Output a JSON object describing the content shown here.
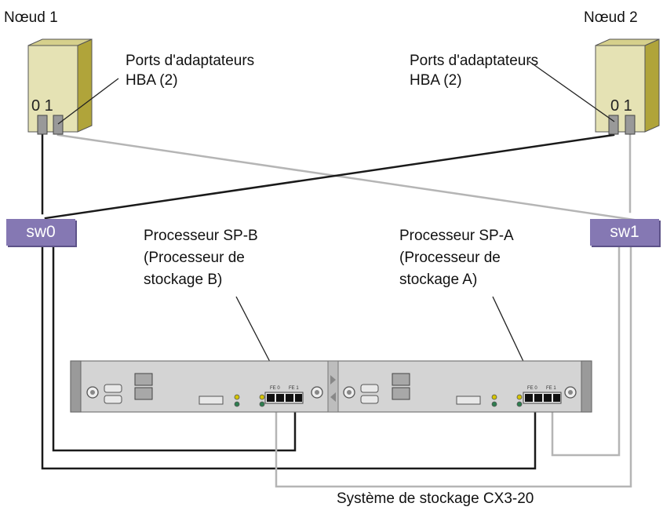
{
  "nodes": [
    {
      "name": "Nœud 1",
      "port_numbers": "0 1",
      "ports_label": "Ports d'adaptateurs HBA (2)",
      "ports_label_lines": [
        "Ports d'adaptateurs",
        "HBA (2)"
      ]
    },
    {
      "name": "Nœud 2",
      "port_numbers": "0 1",
      "ports_label": "Ports d'adaptateurs HBA (2)",
      "ports_label_lines": [
        "Ports d'adaptateurs",
        "HBA (2)"
      ]
    }
  ],
  "switches": [
    {
      "label": "sw0"
    },
    {
      "label": "sw1"
    }
  ],
  "processors": [
    {
      "lines": [
        "Processeur SP-B",
        "(Processeur de",
        "stockage B)"
      ]
    },
    {
      "lines": [
        "Processeur SP-A",
        "(Processeur de",
        "stockage A)"
      ]
    }
  ],
  "storage": {
    "label": "Système de stockage CX3-20",
    "port_labels": [
      "FE 0",
      "FE 1"
    ]
  },
  "colors": {
    "server_front": "#e5e2b4",
    "server_side": "#b0a43a",
    "switch": "#8578b3",
    "cable_dark": "#1a1a1a",
    "cable_light": "#b5b5b5",
    "chassis": "#d4d4d4"
  }
}
